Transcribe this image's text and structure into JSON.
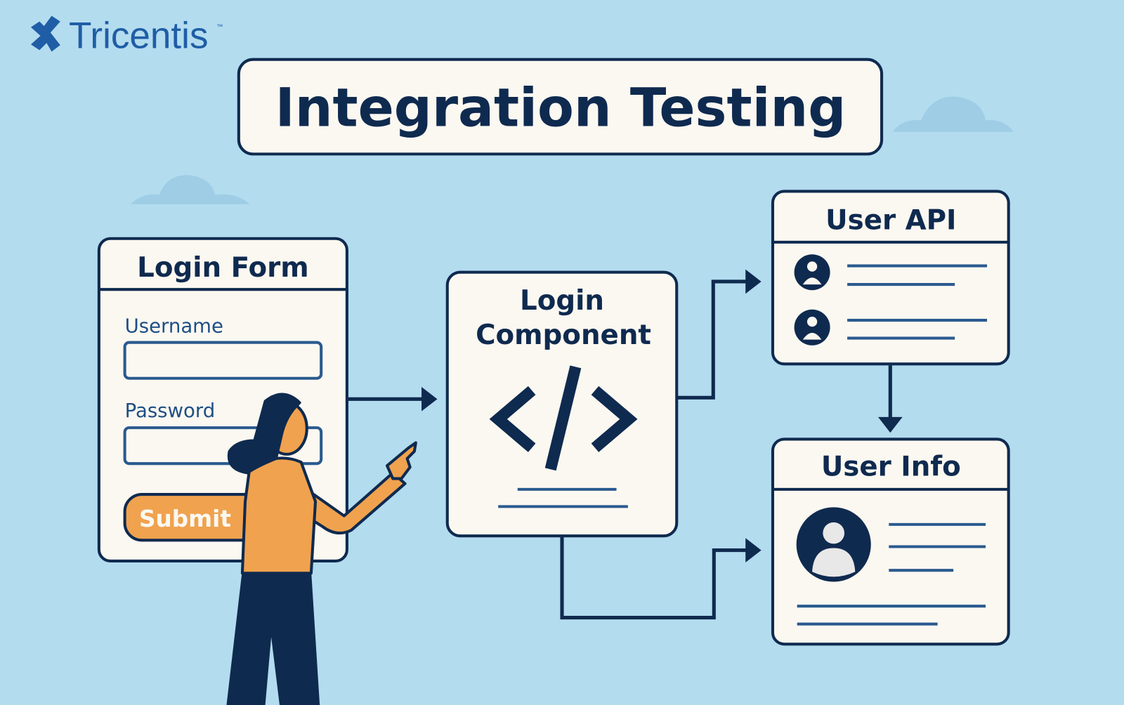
{
  "logo": {
    "text": "Tricentis",
    "trademark": "™"
  },
  "title": "Integration Testing",
  "login_form": {
    "title": "Login Form",
    "username_label": "Username",
    "password_label": "Password",
    "submit_label": "Submit"
  },
  "login_component": {
    "title_line1": "Login",
    "title_line2": "Component",
    "code_icon": "code-brackets-icon"
  },
  "user_api": {
    "title": "User API"
  },
  "user_info": {
    "title": "User Info"
  },
  "colors": {
    "background": "#b3dcef",
    "navy": "#0f2a4f",
    "brand_blue": "#1f5da6",
    "card": "#fbf8f1",
    "orange": "#f0a24e"
  }
}
